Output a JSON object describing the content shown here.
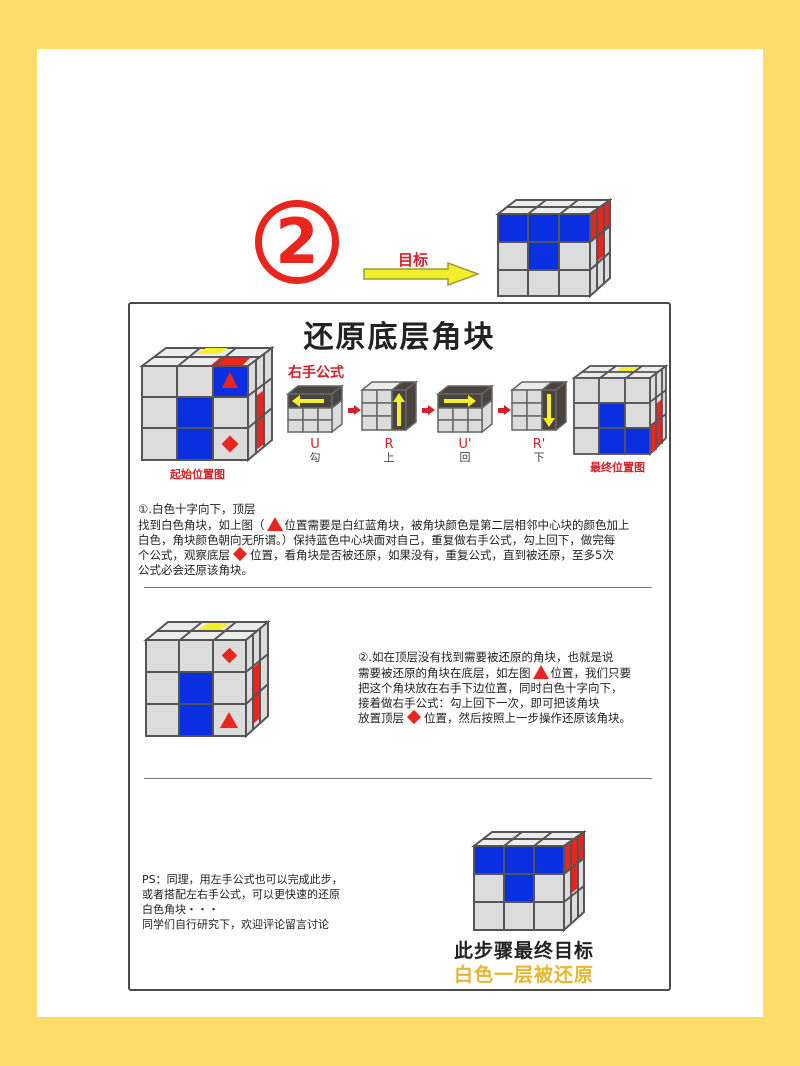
{
  "header": {
    "step_number": "2",
    "goal_label": "目标"
  },
  "panel": {
    "title": "还原底层角块",
    "formula": {
      "label": "右手公式",
      "moves": [
        {
          "notation": "U",
          "hint": "勾"
        },
        {
          "notation": "R",
          "hint": "上"
        },
        {
          "notation": "U'",
          "hint": "回"
        },
        {
          "notation": "R'",
          "hint": "下"
        }
      ]
    },
    "start_caption": "起始位置图",
    "end_caption": "最终位置图",
    "section1": {
      "line1": "①.白色十字向下，顶层",
      "line2_a": "找到白色角块，如上图（",
      "line2_b": "位置需要是白红蓝角块，被角块颜色是第二层相邻中心块的颜色加上",
      "line3": "白色，角块颜色朝向无所谓。）保持蓝色中心块面对自己，重复做右手公式，勾上回下，做完每",
      "line4_a": "个公式，观察底层",
      "line4_b": "位置，看角块是否被还原，如果没有，重复公式，直到被还原，至多5次",
      "line5": "公式必会还原该角块。"
    },
    "section2": {
      "line1": "②.如在顶层没有找到需要被还原的角块，也就是说",
      "line2_a": "需要被还原的角块在底层，如左图",
      "line2_b": "位置，我们只要",
      "line3": "把这个角块放在右手下边位置，同时白色十字向下，",
      "line4": "接着做右手公式：勾上回下一次，即可把该角块",
      "line5_a": "放置顶层",
      "line5_b": "位置，然后按照上一步操作还原该角块。"
    },
    "ps": {
      "line1": "PS：同理，用左手公式也可以完成此步，",
      "line2": "或者搭配左右手公式，可以更快速的还原",
      "line3": "白色角块・・・",
      "line4": "同学们自行研究下，欢迎评论留言讨论"
    },
    "final_goal": {
      "line1": "此步骤最终目标",
      "line2": "白色一层被还原"
    }
  },
  "colors": {
    "background": "#fedc6c",
    "accent_red": "#e8261e",
    "cube_blue": "#0a2fe0",
    "cube_gray": "#dcdcdc",
    "cube_yellow": "#f5ee2a",
    "final_gold": "#e5b533"
  }
}
